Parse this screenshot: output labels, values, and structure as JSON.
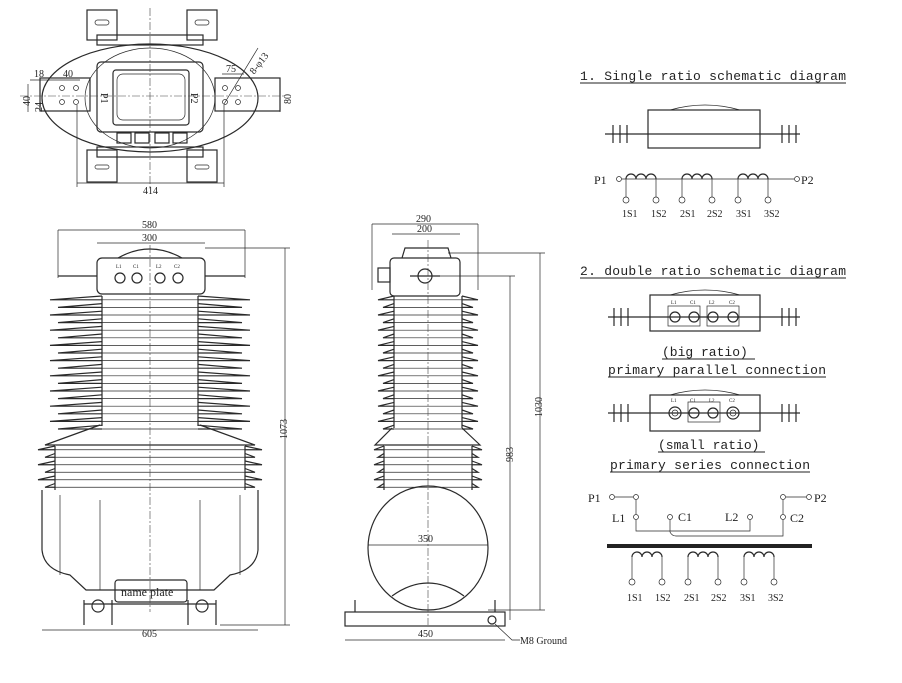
{
  "top_view": {
    "dims": {
      "width_414": "414",
      "d18": "18",
      "d40h": "40",
      "d40v": "40",
      "d24": "24",
      "d75": "75",
      "d80": "80",
      "holes": "8-φ13"
    },
    "terminals": {
      "p1": "P1",
      "p2": "P2"
    }
  },
  "front_view": {
    "dims": {
      "d580": "580",
      "d300": "300",
      "d605": "605",
      "d1073": "1073"
    },
    "terminals": [
      "L1",
      "C1",
      "L2",
      "C2"
    ],
    "name_plate": "name plate"
  },
  "side_view": {
    "dims": {
      "d290": "290",
      "d200": "200",
      "d350": "350",
      "d450": "450",
      "d983": "983",
      "d1030": "1030"
    },
    "ground_label": "M8 Ground"
  },
  "schematics": {
    "single": {
      "title": "1. Single ratio schematic diagram",
      "p1": "P1",
      "p2": "P2",
      "taps": [
        "1S1",
        "1S2",
        "2S1",
        "2S2",
        "3S1",
        "3S2"
      ]
    },
    "double": {
      "title": "2. double ratio schematic diagram",
      "big_ratio": "(big ratio)",
      "parallel": "primary parallel connection",
      "small_ratio": "(small ratio)",
      "series": "primary series connection",
      "box_terminals": [
        "L1",
        "C1",
        "L2",
        "C2"
      ],
      "p1": "P1",
      "p2": "P2",
      "l1": "L1",
      "c1": "C1",
      "l2": "L2",
      "c2": "C2",
      "taps": [
        "1S1",
        "1S2",
        "2S1",
        "2S2",
        "3S1",
        "3S2"
      ]
    }
  }
}
